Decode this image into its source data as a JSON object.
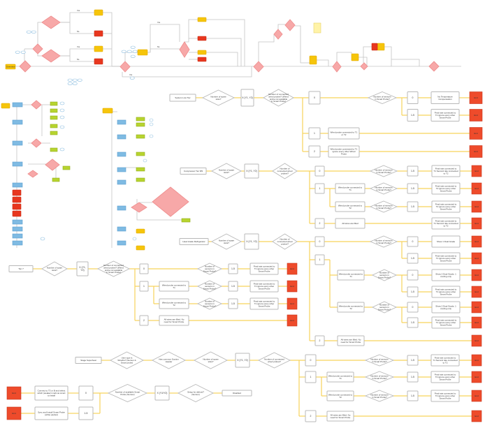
{
  "diagram": {
    "end_label": "End",
    "s1": {
      "start": "System Low Tier",
      "q_slots": "Number of spare slots?",
      "slots": "X (Y1, Y2)",
      "q_probes": "Number of connected wired probes? (Wired probe not available in Smart Probe)",
      "b0": "0",
      "b1": "1",
      "b2": "2",
      "q_smart": "Number of sensors in Smart Probe?",
      "c0": "0",
      "c15": "1-5",
      "no_comp": "No Temperature Compensation",
      "final": "Final rate connected to T1 ignore every other Smart Probe",
      "wired1": "Wired probe connected to T1 or T2",
      "wired2": "Wired probe connected to T1 ignore every other Wired Probe"
    },
    "s2": {
      "start": "Compressor Tier 8/9",
      "q_slots": "Number of spare slots?",
      "slots": "X (Y1, Y2)",
      "q_probes": "Number of connected wired probes?",
      "b0": "0",
      "b1": "1",
      "b2": "2",
      "q_smart": "Number of sensors in Smart Probe?",
      "c15": "1-5",
      "final": "Final rate connected to T1 Second rate connected to T2",
      "final2": "Final rate connected to T2 ignore every other Smart Probe",
      "wired1": "Wired probe connected to T1",
      "wired2": "Wired probe connected to T2",
      "all_wires": "All wires are filled"
    },
    "s3": {
      "start": "Heat Grade Refrigerator",
      "q_slots": "Number of spare slots?",
      "slots": "X (Y1, Y2)",
      "q_probes": "Number of connected wired probes?",
      "b0": "0",
      "b1": "1",
      "b2": "2",
      "q_smart": "Number of sensors in Smart Probe?",
      "c0": "0",
      "c15": "1-5",
      "show1": "Show 1 Dual Grade",
      "show2": "Show 2 Dual Grade, 1 cooling only",
      "final": "Final rate connected to T1 ignore every other Smart Probe",
      "wired1": "Wired probe connected to T1",
      "wired2": "Wired probe connected to T2",
      "all_wires": "All wires are filled. No need for Smart Probe"
    },
    "s4": {
      "start": "Tier 7",
      "q_slots": "Number of spare slots?",
      "slots": "X (Y1, Y2)",
      "q_probes": "Number of connected wired probes? (Wired probe not available in Smart Probe)",
      "b0": "0",
      "b1": "1",
      "b2": "2",
      "q_smart": "Number of sensors in Smart Probe?",
      "c15": "1-5",
      "final": "Final rate connected to T1 ignore every other Smart Probe",
      "wired1": "Wired probe connected to T1",
      "wired2": "Wired probe connected to T2",
      "all_wires": "All wires are filled. No need for Smart Probe"
    },
    "s5": {
      "start": "Stage Superheat",
      "q_type": "User type is Wirefire? (Sensor & Smart probe)",
      "q_comp": "Has common Suction Header",
      "q_slots": "Number of spare slots?",
      "slots": "X (Y1, Y2)",
      "q_probes": "Number of connected wired probes?",
      "b0": "0",
      "b1": "1",
      "b2": "2",
      "q_smart": "Number of sensors in Smart Probe?",
      "c15": "1-5",
      "final": "Final rate connected to T1 Second rate connected to T2",
      "final2": "Final rate connected to T2 ignore every other Smart Probe",
      "wired1": "Wired probe connected to T1",
      "wired2": "Wired probe connected to T2",
      "all_wires": "All wires are filled. No need for Smart Probe"
    },
    "s6": {
      "disabled": "Disabled",
      "q_defrost": "Setup for defrost? (Sensor)",
      "slots": "X (Y1/Y2)",
      "q_suction": "Number of available Smart Probe (Sensor)",
      "b0": "0",
      "b15": "1-5",
      "out0": "Connect to T3 or B and select which (weaker) mark as smart to install",
      "out15": "Sync and Install Smart Probe (white packet)"
    },
    "top": {
      "start": "Overview",
      "yes": "Yes",
      "no": "No"
    }
  }
}
